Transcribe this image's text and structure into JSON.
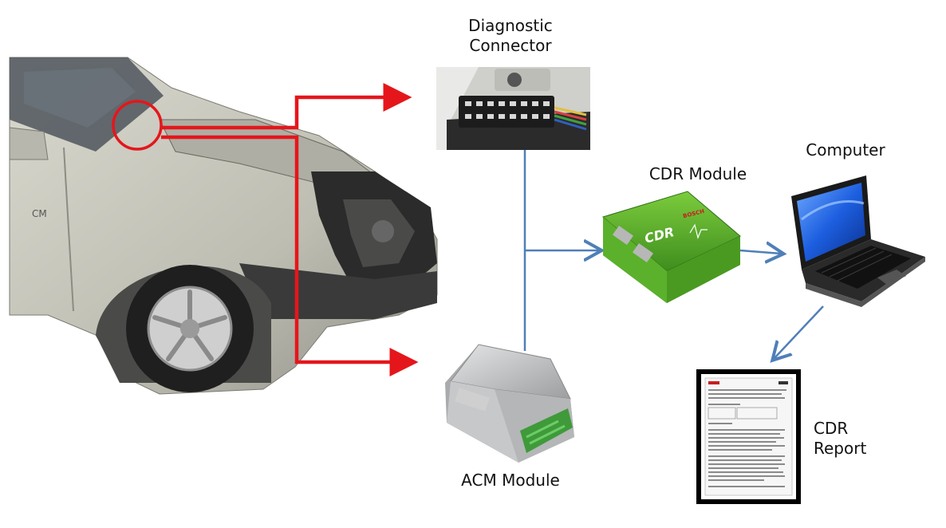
{
  "labels": {
    "diagnostic_connector": [
      "Diagnostic",
      "Connector"
    ],
    "cdr_module": "CDR Module",
    "computer": "Computer",
    "acm_module": "ACM Module",
    "cdr_report": [
      "CDR",
      "Report"
    ]
  },
  "device_marks": {
    "cdr_brand": "CDR",
    "cdr_maker": "BOSCH",
    "car_badge": "CM"
  },
  "colors": {
    "red_arrow": "#e5161b",
    "blue_arrow": "#4f7fb8",
    "cdr_green": "#59b12b",
    "acm_grey": "#c9cbcc",
    "car_silver": "#c9c9bf"
  }
}
